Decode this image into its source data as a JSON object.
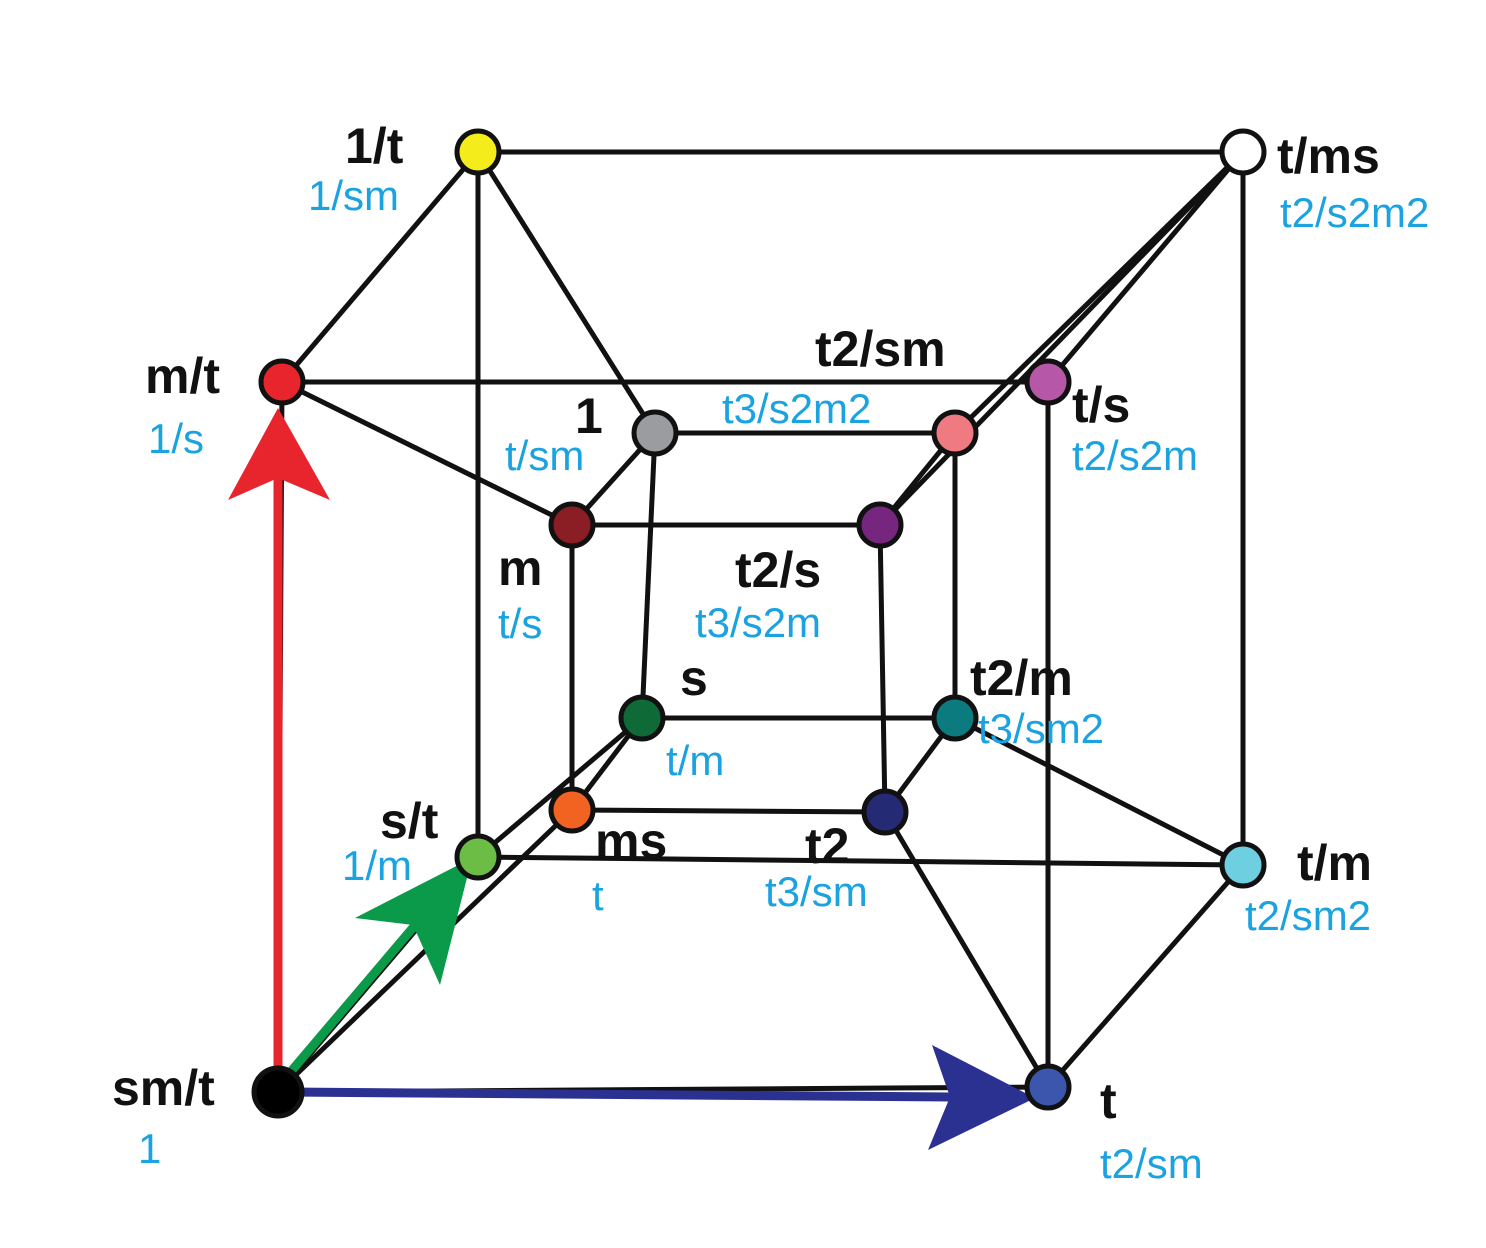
{
  "colors": {
    "edge": "#111111",
    "alt_label": "#1aa3e0",
    "arrow_vertical": "#e8242c",
    "arrow_depth": "#0a9a4a",
    "arrow_horizontal": "#2a3190"
  },
  "nodes": [
    {
      "id": "origin",
      "label": "sm/t",
      "alt": "1",
      "color": "#000000"
    },
    {
      "id": "t",
      "label": "t",
      "alt": "t2/sm",
      "color": "#3c56ad"
    },
    {
      "id": "m_t",
      "label": "m/t",
      "alt": "1/s",
      "color": "#e8242c"
    },
    {
      "id": "one_t",
      "label": "1/t",
      "alt": "1/sm",
      "color": "#f5ec1c"
    },
    {
      "id": "t_ms",
      "label": "t/ms",
      "alt": "t2/s2m2",
      "color": "#ffffff"
    },
    {
      "id": "t_m",
      "label": "t/m",
      "alt": "t2/sm2",
      "color": "#6dcfdf"
    },
    {
      "id": "s_t",
      "label": "s/t",
      "alt": "1/m",
      "color": "#6cbd45"
    },
    {
      "id": "t_s",
      "label": "t/s",
      "alt": "t2/s2m",
      "color": "#b757a8"
    },
    {
      "id": "one",
      "label": "1",
      "alt": "t/sm",
      "color": "#9b9c9f"
    },
    {
      "id": "t2_sm",
      "label": "t2/sm",
      "alt": "t3/s2m2",
      "color": "#f07a82"
    },
    {
      "id": "m",
      "label": "m",
      "alt": "t/s",
      "color": "#8b1e24"
    },
    {
      "id": "t2_s",
      "label": "t2/s",
      "alt": "t3/s2m",
      "color": "#76267f"
    },
    {
      "id": "s",
      "label": "s",
      "alt": "t/m",
      "color": "#0e6b37"
    },
    {
      "id": "t2_m",
      "label": "t2/m",
      "alt": "t3/sm2",
      "color": "#0b7b80"
    },
    {
      "id": "ms",
      "label": "ms",
      "alt": "t",
      "color": "#f26322"
    },
    {
      "id": "t2",
      "label": "t2",
      "alt": "t3/sm",
      "color": "#252a75"
    }
  ],
  "edges": [
    [
      "origin",
      "t"
    ],
    [
      "origin",
      "m_t"
    ],
    [
      "origin",
      "s_t"
    ],
    [
      "origin",
      "ms"
    ],
    [
      "m_t",
      "one_t"
    ],
    [
      "m_t",
      "t_s"
    ],
    [
      "m_t",
      "m"
    ],
    [
      "one_t",
      "t_ms"
    ],
    [
      "one_t",
      "s_t"
    ],
    [
      "one_t",
      "one"
    ],
    [
      "t_ms",
      "t_m"
    ],
    [
      "t_ms",
      "t_s"
    ],
    [
      "t_ms",
      "t2_sm"
    ],
    [
      "t_ms",
      "t2_s"
    ],
    [
      "t",
      "t_m"
    ],
    [
      "t",
      "t_s"
    ],
    [
      "t",
      "t2"
    ],
    [
      "s_t",
      "t_m"
    ],
    [
      "s_t",
      "s"
    ],
    [
      "t_m",
      "t2_m"
    ],
    [
      "one",
      "t2_sm"
    ],
    [
      "one",
      "m"
    ],
    [
      "one",
      "s"
    ],
    [
      "t2_sm",
      "t2_s"
    ],
    [
      "t2_sm",
      "t2_m"
    ],
    [
      "m",
      "t2_s"
    ],
    [
      "m",
      "ms"
    ],
    [
      "t2_s",
      "t2"
    ],
    [
      "s",
      "t2_m"
    ],
    [
      "s",
      "ms"
    ],
    [
      "t2_m",
      "t2"
    ],
    [
      "ms",
      "t2"
    ]
  ],
  "arrows": [
    {
      "id": "vertical",
      "color": "#e8242c"
    },
    {
      "id": "depth",
      "color": "#0a9a4a"
    },
    {
      "id": "horizontal",
      "color": "#2a3190"
    }
  ]
}
